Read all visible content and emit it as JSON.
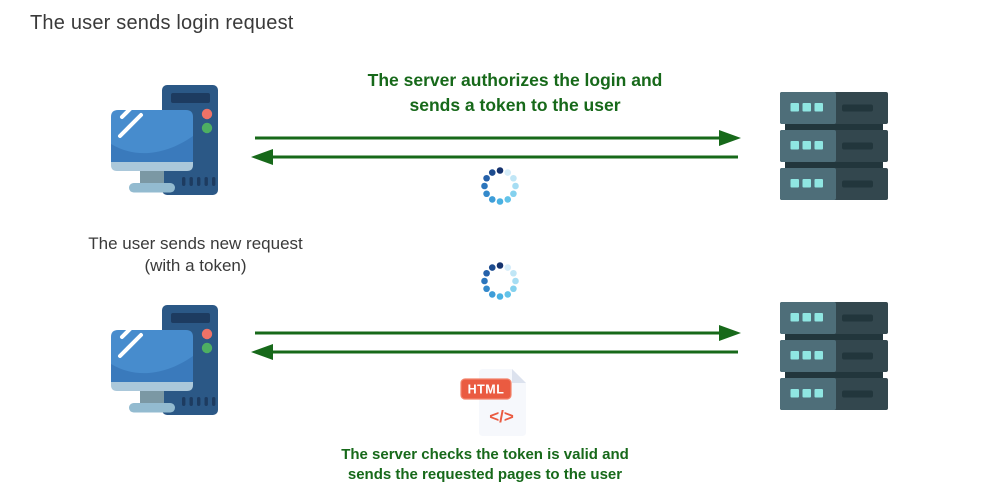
{
  "title": "The user sends login request",
  "colors": {
    "accent_green": "#17691a",
    "text_dark": "#3a3a3a",
    "computer_tower": "#2b5886",
    "computer_tower_detail": "#1d3b60",
    "computer_screen": "#478ccd",
    "computer_screen_shade": "#3a7abc",
    "computer_bezel": "#abc8da",
    "computer_stand": "#7b98a4",
    "computer_base": "#93bbd0",
    "power_led_red": "#ee7267",
    "power_led_green": "#4daf62",
    "server_panel_light": "#4e6e79",
    "server_panel_dark": "#33474e",
    "server_slot": "#22363c",
    "server_port_cyan": "#8fe6e2",
    "html_badge_red": "#ea5b41",
    "file_paper": "#f6f8fc",
    "file_fold": "#dce2ee"
  },
  "flow1": {
    "heading_line1": "The server authorizes the login and",
    "heading_line2": "sends a token to the user"
  },
  "flow2": {
    "request_label_line1": "The user sends new request",
    "request_label_line2": "(with a token)",
    "caption_line1": "The server checks the token is valid and",
    "caption_line2": "sends the requested pages to the user"
  },
  "html_file": {
    "badge_label": "HTML",
    "code_glyph": "</>"
  },
  "spinner": {
    "dot_count": 12,
    "radius": 15.5,
    "dot_radius": 3.3,
    "dot_colors": [
      "#16336e",
      "#d6edf9",
      "#c0e6f6",
      "#a6ddf3",
      "#84d1ee",
      "#63c3e9",
      "#4ab1e2",
      "#3e9dd8",
      "#3489cb",
      "#2c75bc",
      "#2561aa",
      "#1d4c8f"
    ]
  }
}
